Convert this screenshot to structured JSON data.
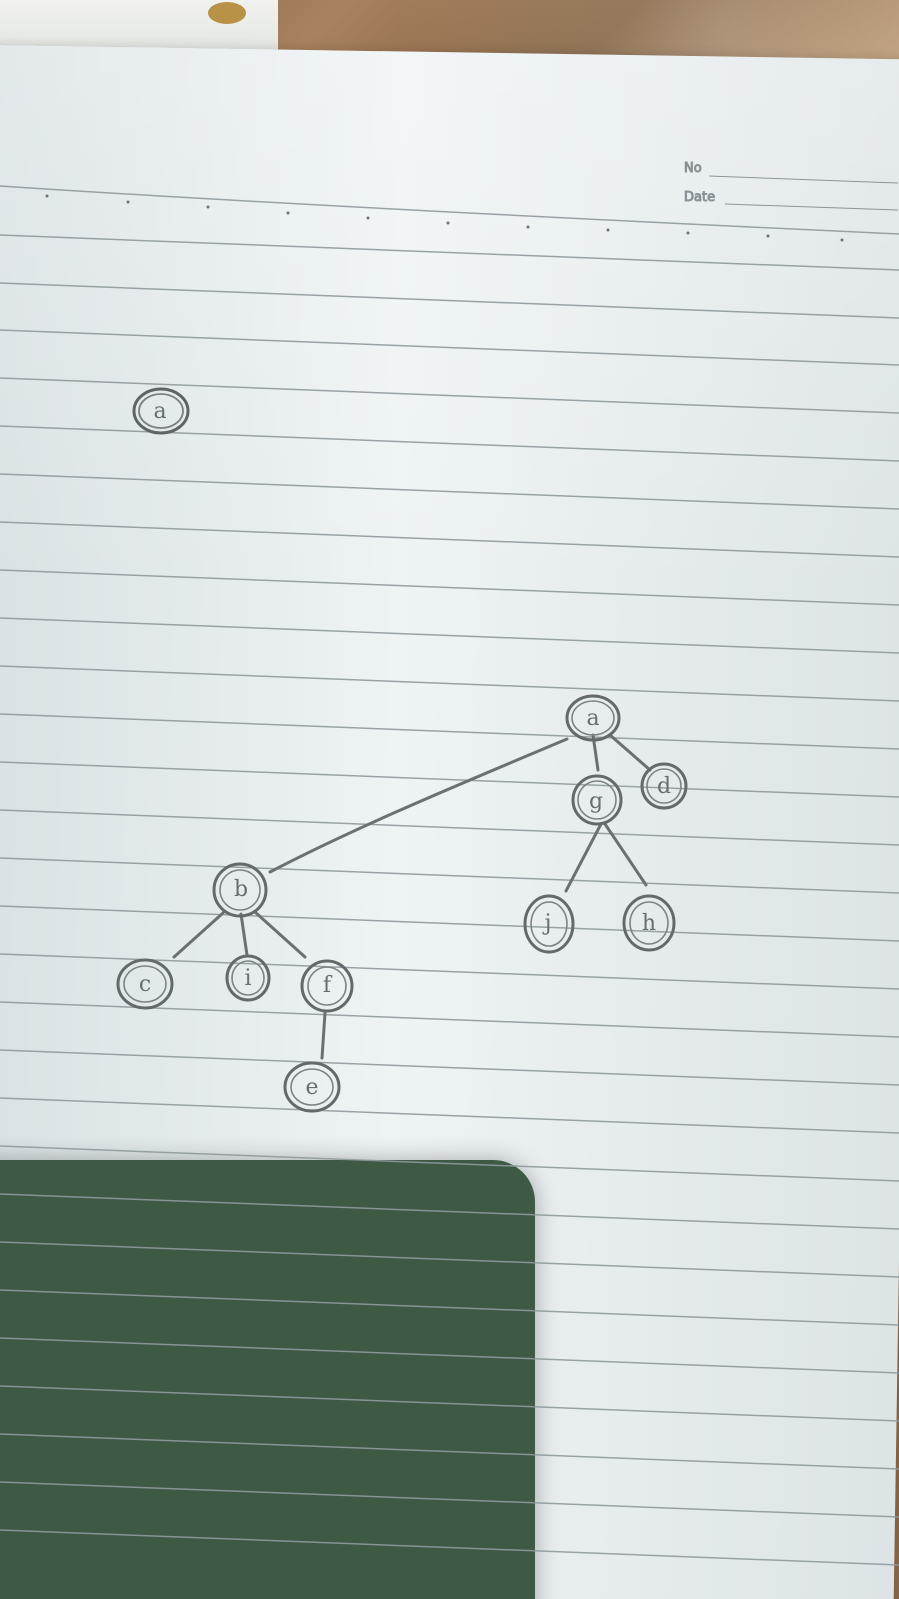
{
  "photo": {
    "description": "lined notebook paper with hand-drawn tree"
  },
  "header": {
    "no_label": "No",
    "date_label": "Date"
  },
  "sketch": {
    "corner_label": "a",
    "nodes": [
      {
        "id": "root",
        "label": "a"
      },
      {
        "id": "d",
        "label": "d"
      },
      {
        "id": "g",
        "label": "g"
      },
      {
        "id": "b",
        "label": "b"
      },
      {
        "id": "c",
        "label": "c"
      },
      {
        "id": "i",
        "label": "i"
      },
      {
        "id": "f",
        "label": "f"
      },
      {
        "id": "e",
        "label": "e"
      },
      {
        "id": "j",
        "label": "j"
      },
      {
        "id": "h",
        "label": "h"
      }
    ]
  }
}
